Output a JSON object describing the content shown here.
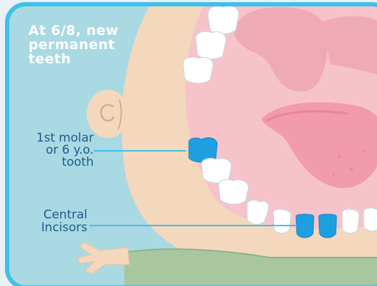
{
  "title_lines": [
    "At 6/8, new",
    "permanent",
    "teeth"
  ],
  "labels": {
    "molar": [
      "1st molar",
      "or 6 y.o.",
      "tooth"
    ],
    "incisors": [
      "Central",
      "Incisors"
    ]
  },
  "icons": [
    "tooth-icon",
    "ear-icon",
    "tongue-icon",
    "hand-icon"
  ],
  "colors": {
    "frame": "#3fc0e8",
    "background": "#a9d9e2",
    "skin": "#f4d8bd",
    "mouth": "#f7c3cb",
    "tongue": "#f29aae",
    "new_tooth": "#1e9fe0",
    "label_text": "#1e5a8c",
    "shirt": "#a9c79f"
  }
}
